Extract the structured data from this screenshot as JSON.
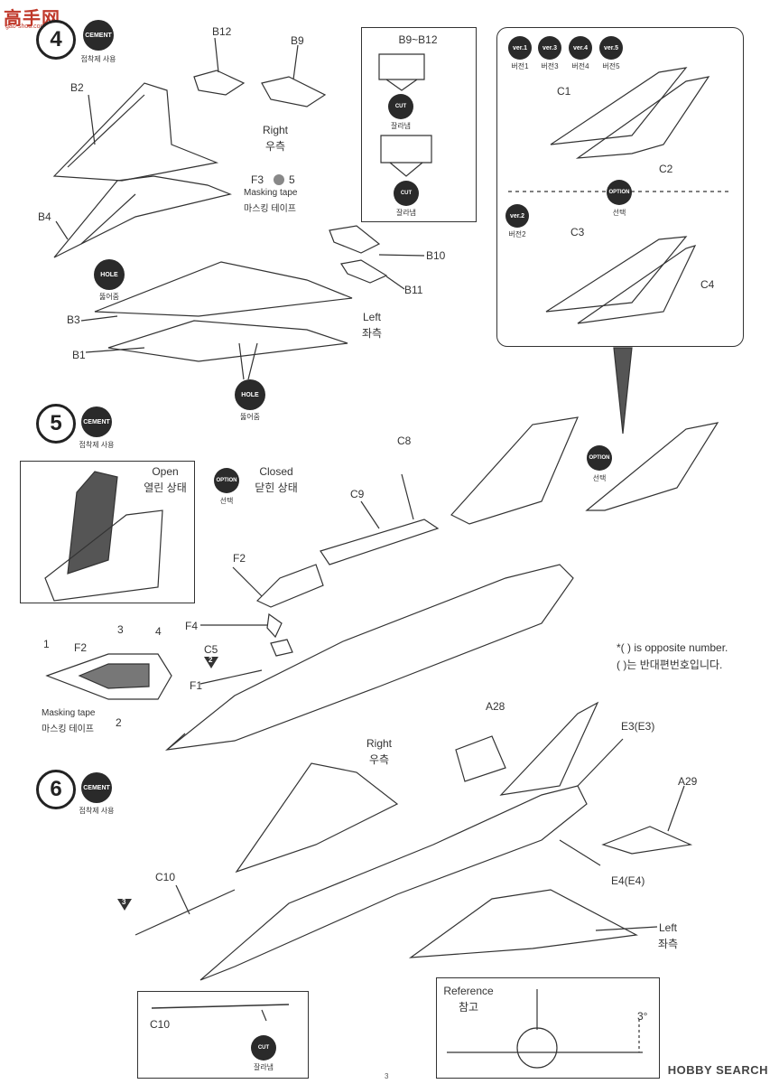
{
  "logo": {
    "text": "高手网",
    "sub": "gao-shou.com"
  },
  "step4": {
    "number": "4",
    "cement_badge": "CEMENT",
    "cement_caption": "접착제 사용",
    "parts": {
      "b12": "B12",
      "b9": "B9",
      "b2": "B2",
      "b4": "B4",
      "b3": "B3",
      "b1": "B1",
      "b10": "B10",
      "b11": "B11",
      "f3": "F3",
      "f3_qty": "5"
    },
    "right_label": "Right",
    "right_label_kr": "우측",
    "left_label": "Left",
    "left_label_kr": "좌측",
    "masking_tape": "Masking tape",
    "masking_tape_kr": "마스킹 테이프",
    "hole_badge": "HOLE",
    "hole_caption": "뚫어줌"
  },
  "cut_box": {
    "title": "B9~B12",
    "cut_badge": "CUT",
    "cut_caption": "잘라냄"
  },
  "version_box": {
    "versions": [
      {
        "badge": "ver.1",
        "caption": "버전1"
      },
      {
        "badge": "ver.3",
        "caption": "버전3"
      },
      {
        "badge": "ver.4",
        "caption": "버전4"
      },
      {
        "badge": "ver.5",
        "caption": "버전5"
      }
    ],
    "ver2_badge": "ver.2",
    "ver2_caption": "버전2",
    "option_badge": "OPTION",
    "option_caption": "선택",
    "parts": {
      "c1": "C1",
      "c2": "C2",
      "c3": "C3",
      "c4": "C4"
    }
  },
  "step5": {
    "number": "5",
    "cement_badge": "CEMENT",
    "cement_caption": "접착제 사용",
    "open_label": "Open",
    "open_label_kr": "열린 상태",
    "closed_label": "Closed",
    "closed_label_kr": "닫힌 상태",
    "option_badge": "OPTION",
    "option_caption": "선택",
    "parts": {
      "c8": "C8",
      "c9": "C9",
      "f2": "F2",
      "f4": "F4",
      "c5": "C5",
      "f1": "F1"
    },
    "paint_ref": "2",
    "canopy_detail": {
      "n1": "1",
      "f2": "F2",
      "n3": "3",
      "n4": "4",
      "n2": "2"
    },
    "masking_tape": "Masking tape",
    "masking_tape_kr": "마스킹 테이프",
    "opposite_note": "*(      ) is opposite number.",
    "opposite_note_kr": "(      )는 반대편번호입니다."
  },
  "step6": {
    "number": "6",
    "cement_badge": "CEMENT",
    "cement_caption": "접착제 사용",
    "parts": {
      "a28": "A28",
      "e3": "E3(E3)",
      "a29": "A29",
      "e4": "E4(E4)",
      "c10": "C10"
    },
    "right_label": "Right",
    "right_label_kr": "우측",
    "left_label": "Left",
    "left_label_kr": "좌측",
    "paint_ref": "3",
    "c10_box_label": "C10",
    "cut_badge": "CUT",
    "cut_caption": "잘라냄",
    "reference_label": "Reference",
    "reference_label_kr": "참고",
    "angle": "3°"
  },
  "watermark": "HOBBY SEARCH",
  "page_number": "3"
}
